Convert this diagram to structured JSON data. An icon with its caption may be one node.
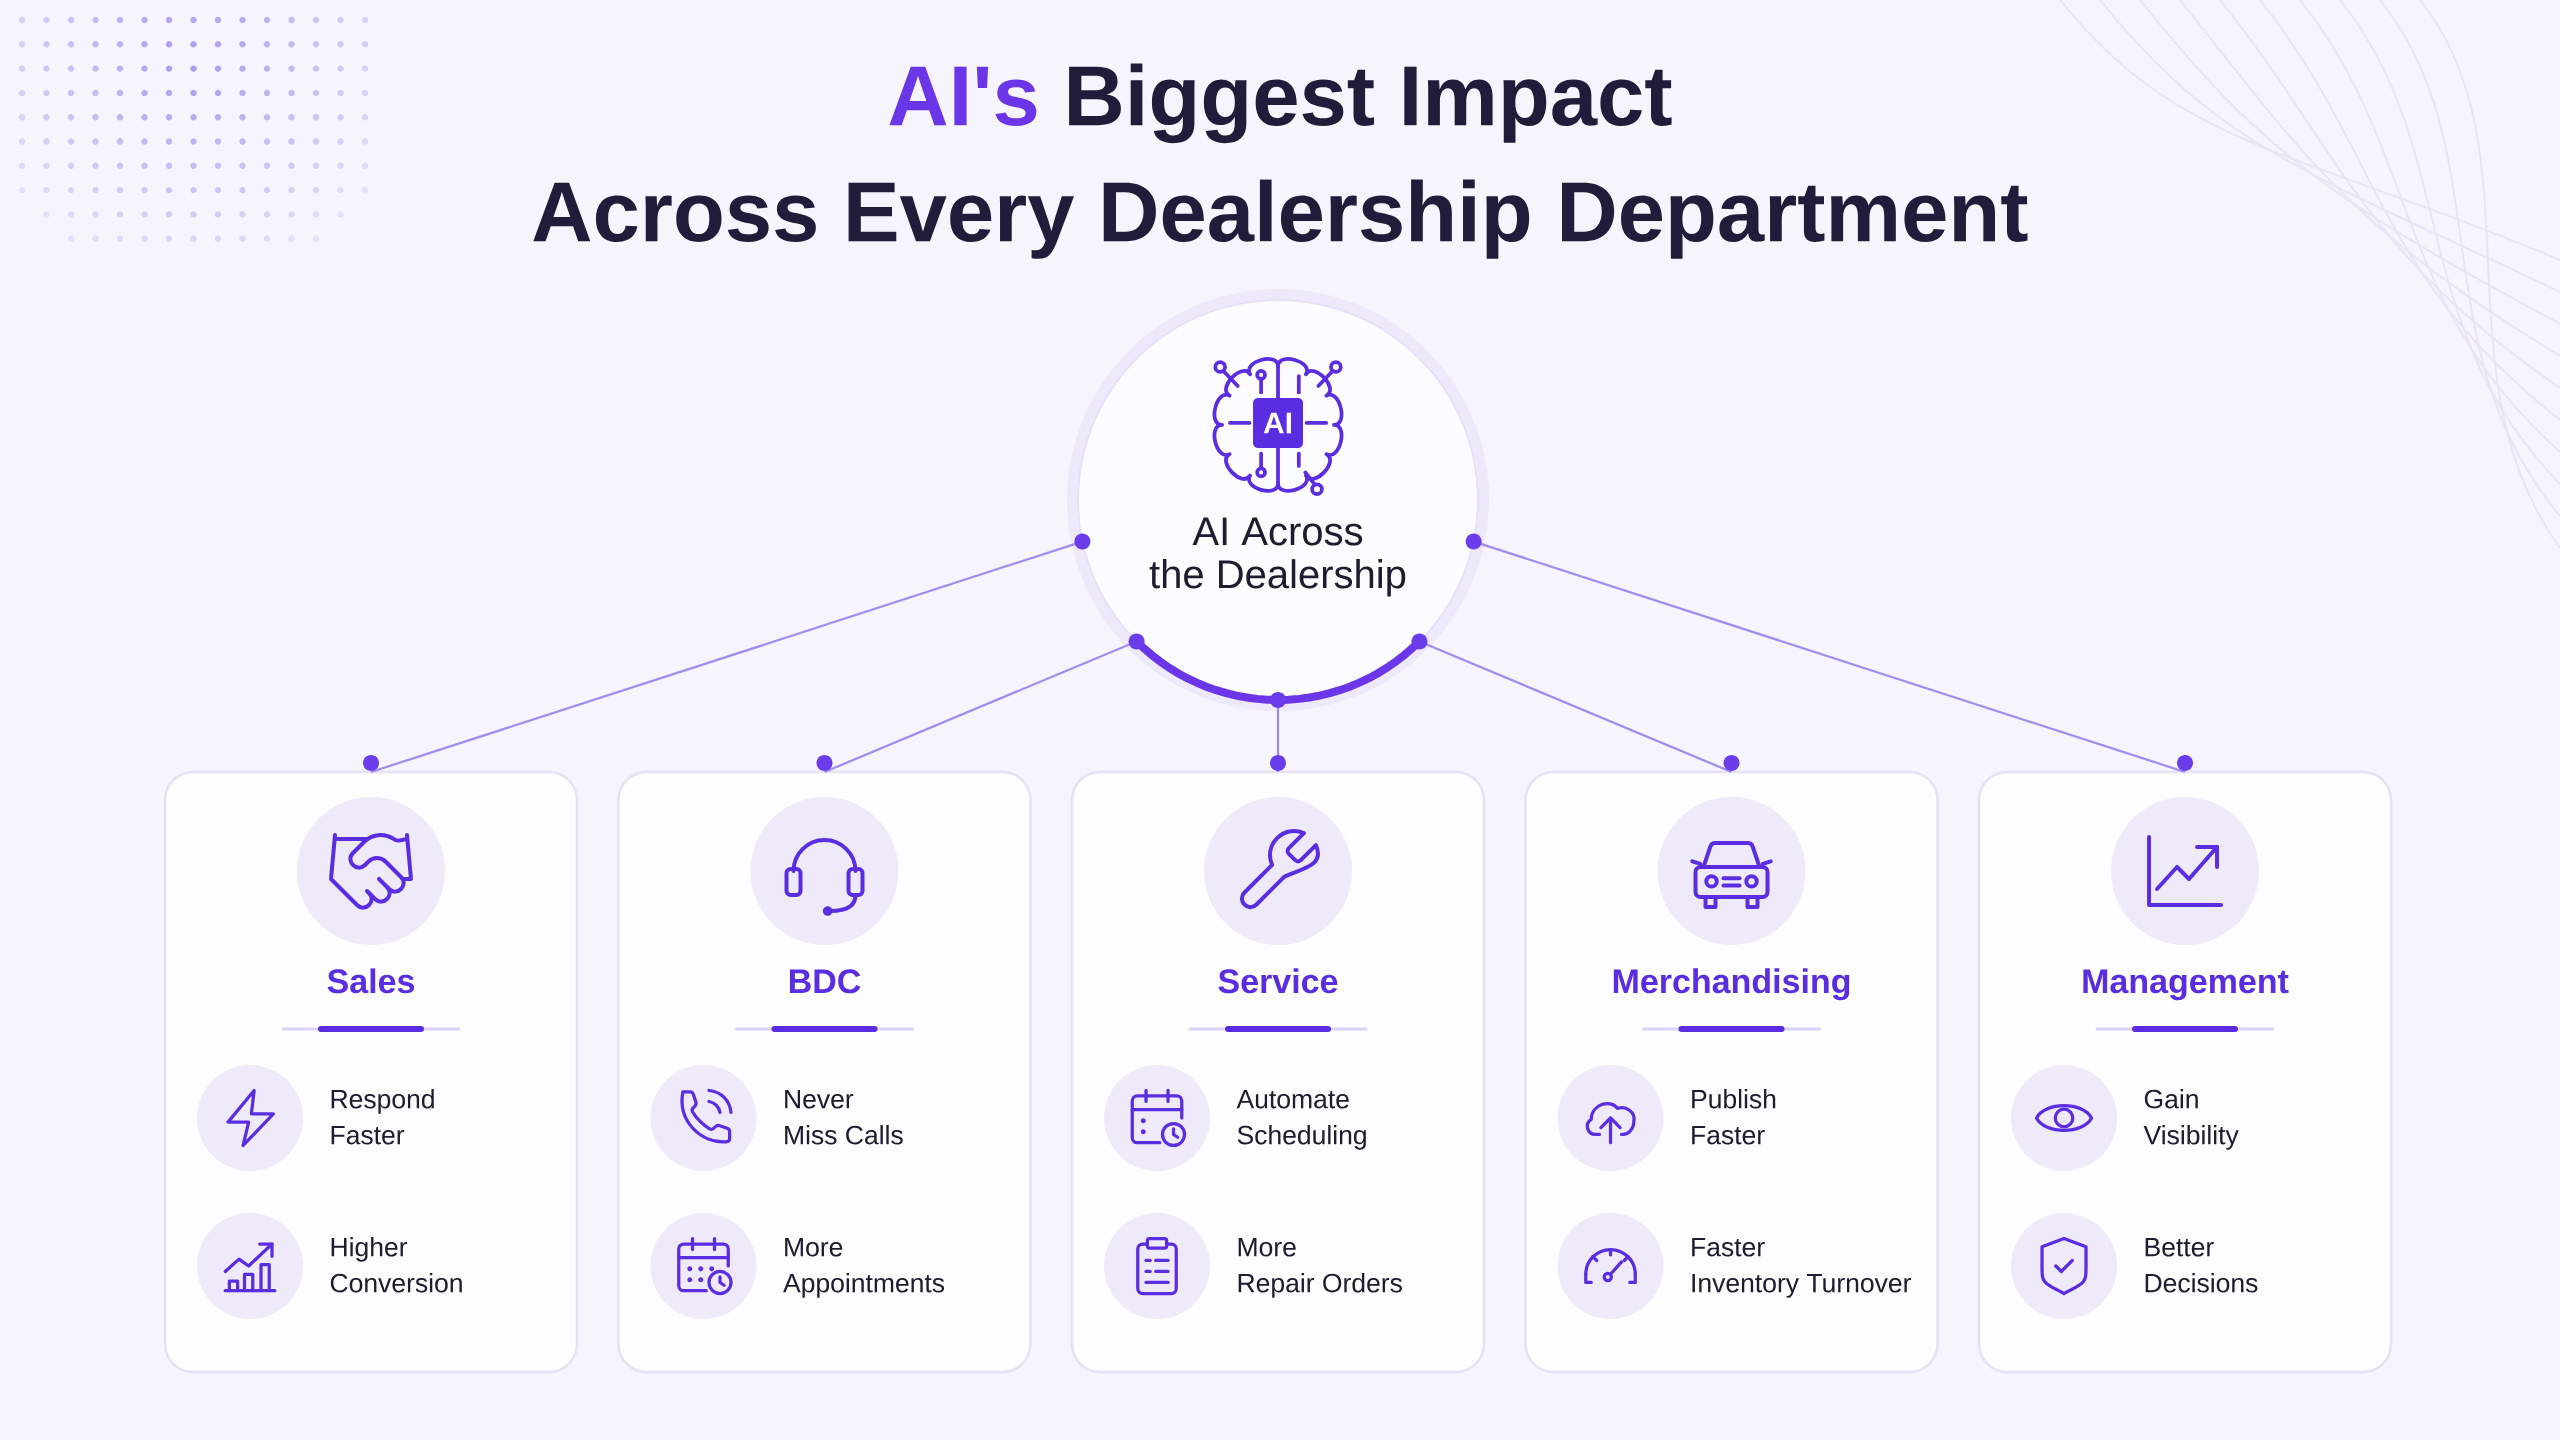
{
  "diagram": {
    "title": "AI's Biggest Impact Across Every Dealership Department",
    "nodes": [
      {
        "text": [
          "AI Across the Dealership"
        ]
      },
      {
        "text": [
          "Sales",
          "Respond Faster",
          "Higher Conversion"
        ]
      },
      {
        "text": [
          "BDC",
          "Never Miss Calls",
          "More Appointments"
        ]
      },
      {
        "text": [
          "Service",
          "Automate Scheduling",
          "More Repair Orders"
        ]
      },
      {
        "text": [
          "Merchandising",
          "Publish Faster",
          "Faster Inventory Turnover"
        ]
      },
      {
        "text": [
          "Management",
          "Gain Visibility",
          "Better Decisions"
        ]
      }
    ],
    "edges": [
      {
        "from": 0,
        "to": 1,
        "arrow": "other"
      },
      {
        "from": 0,
        "to": 2,
        "arrow": "other"
      },
      {
        "from": 0,
        "to": 3,
        "arrow": "other"
      },
      {
        "from": 0,
        "to": 4,
        "arrow": "other"
      },
      {
        "from": 0,
        "to": 5,
        "arrow": "other"
      }
    ],
    "labels": [
      "AI"
    ]
  }
}
